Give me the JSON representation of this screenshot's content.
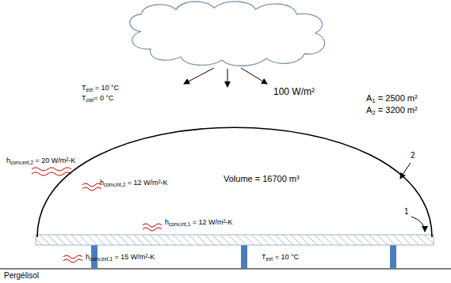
{
  "diagram": {
    "labels": [
      "Text = 10 °C",
      "Tciel= 0 °C",
      "100 W/m²",
      "A1 = 2500 m²",
      "A2 = 3200 m²",
      "hconv,ext,2 = 20 W/m²-K",
      "hconv,int,2 = 12 W/m²-K",
      "Volume = 16700 m³",
      "hconv,int,1 = 12 W/m²-K",
      "hconv,ext,1 = 15 W/m²-K",
      "Text = 10 °C",
      "2",
      "1",
      "Pergélisol"
    ]
  }
}
